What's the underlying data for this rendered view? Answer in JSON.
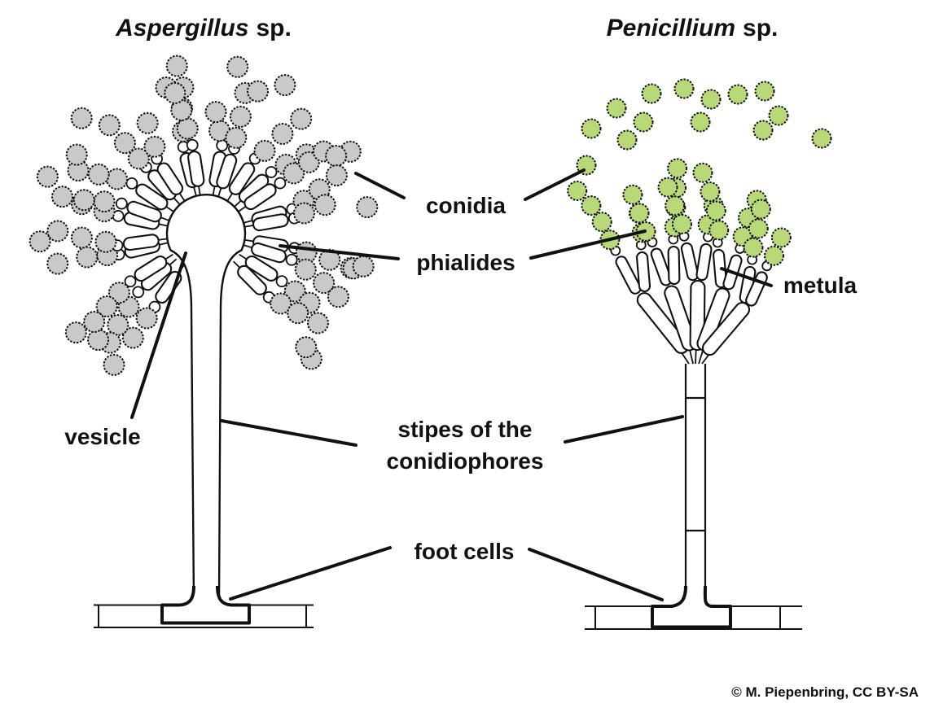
{
  "titles": {
    "left": {
      "species": "Aspergillus",
      "suffix": "sp."
    },
    "right": {
      "species": "Penicillium",
      "suffix": "sp."
    }
  },
  "labels": {
    "conidia": "conidia",
    "phialides": "phialides",
    "metula": "metula",
    "vesicle": "vesicle",
    "stipes_line1": "stipes of the",
    "stipes_line2": "conidiophores",
    "foot_cells": "foot cells"
  },
  "credit": "© M. Piepenbring, CC BY-SA",
  "figure": {
    "outline_color": "#111111",
    "leader_color": "#111111",
    "cell_fill": "#ffffff",
    "aspergillus": {
      "conidia_color": "#c9c9c9",
      "spokes": 23,
      "conidium_radius": 12.5
    },
    "penicillium": {
      "conidia_color": "#b7d977",
      "conidium_radius": 11.5
    }
  }
}
